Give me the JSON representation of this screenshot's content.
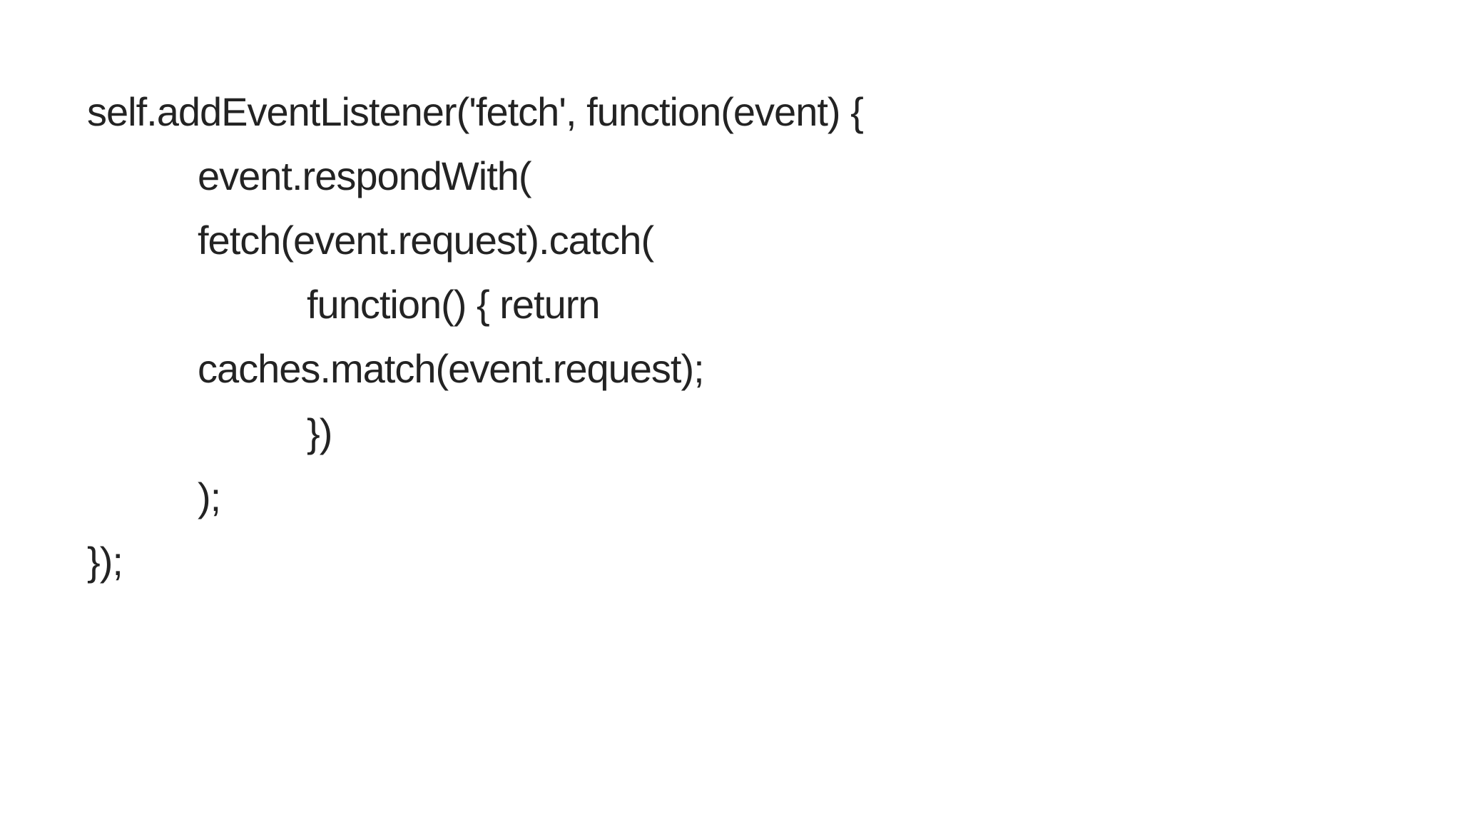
{
  "slide": {
    "background_color": "#ffffff",
    "text_color": "#232323",
    "code_lines": [
      {
        "indent": 0,
        "text": "self.addEventListener('fetch', function(event) {"
      },
      {
        "indent": 1,
        "text": "event.respondWith("
      },
      {
        "indent": 1,
        "text": "fetch(event.request).catch("
      },
      {
        "indent": 2,
        "text": "function() { return"
      },
      {
        "indent": 1,
        "text": "caches.match(event.request);"
      },
      {
        "indent": 2,
        "text": "})"
      },
      {
        "indent": 1,
        "text": ");"
      },
      {
        "indent": 0,
        "text": "});"
      }
    ]
  }
}
